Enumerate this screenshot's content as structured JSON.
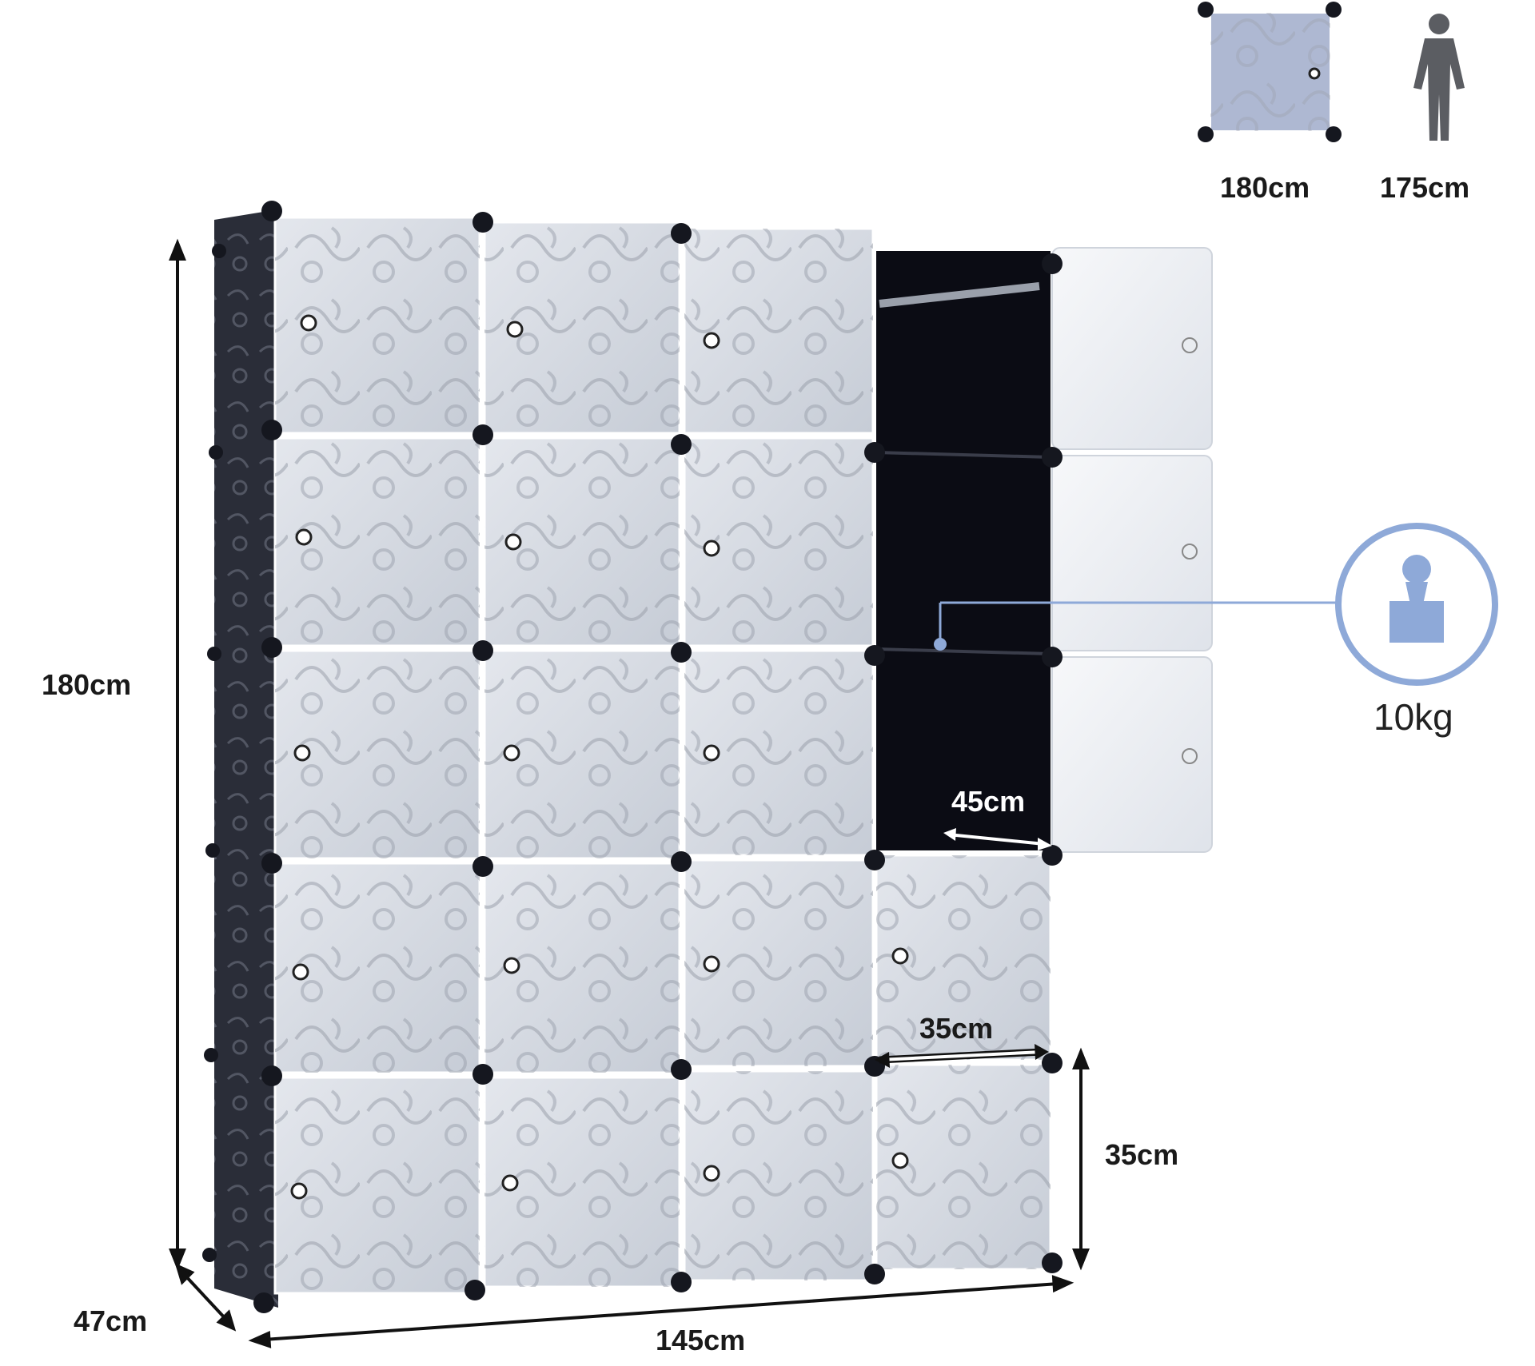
{
  "dimensions": {
    "height": "180cm",
    "depth": "47cm",
    "width": "145cm",
    "cube_height": "35cm",
    "cube_width": "35cm",
    "hanging_width": "45cm"
  },
  "legend": {
    "cabinet_height": "180cm",
    "person_height": "175cm"
  },
  "load": {
    "shelf_max_load": "10kg"
  },
  "icons": {
    "cabinet": "cabinet-icon",
    "person": "person-silhouette-icon",
    "weight": "weight-load-icon"
  },
  "colors": {
    "panel": "#c9ced8",
    "frame": "#1c1f2a",
    "accent": "#8ea9d8"
  }
}
